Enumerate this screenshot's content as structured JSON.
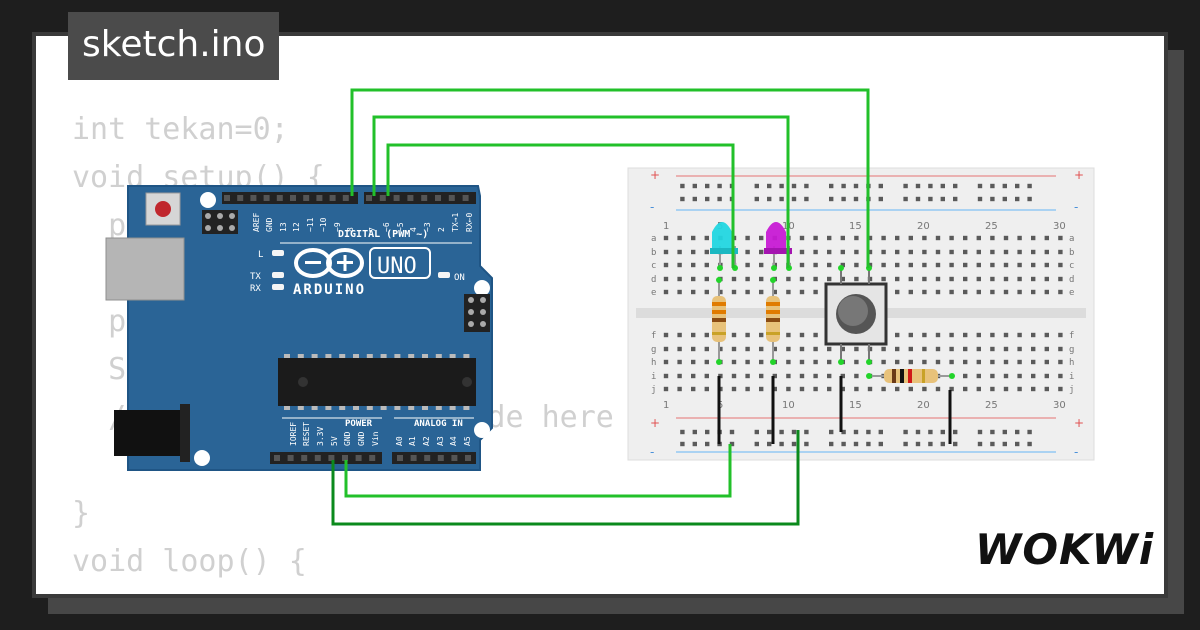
{
  "tab": {
    "title": "sketch.ino"
  },
  "code_lines": [
    "int tekan=0;",
    "void setup() {",
    "  p",
    "  ",
    "  p",
    "  Se",
    "  /                    de here",
    "  ",
    "}",
    "",
    "void loop() {"
  ],
  "arduino": {
    "brand": "ARDUINO",
    "model": "UNO",
    "digital_label": "DIGITAL (PWM ~)",
    "power_label": "POWER",
    "analog_label": "ANALOG IN",
    "on_label": "ON",
    "l_label": "L",
    "tx_label": "TX",
    "rx_label": "RX",
    "top_pins": [
      "AREF",
      "GND",
      "13",
      "12",
      "~11",
      "~10",
      "~9",
      "8",
      "7",
      "~6",
      "~5",
      "4",
      "~3",
      "2",
      "TX→1",
      "RX←0"
    ],
    "bottom_power_pins": [
      "IOREF",
      "RESET",
      "3.3V",
      "5V",
      "GND",
      "GND",
      "Vin"
    ],
    "bottom_analog_pins": [
      "A0",
      "A1",
      "A2",
      "A3",
      "A4",
      "A5"
    ]
  },
  "breadboard": {
    "row_letters_top": [
      "a",
      "b",
      "c",
      "d",
      "e"
    ],
    "row_letters_bottom": [
      "f",
      "g",
      "h",
      "i",
      "j"
    ],
    "column_numbers": [
      "1",
      "5",
      "10",
      "15",
      "20",
      "25",
      "30"
    ],
    "rail_plus": "+",
    "rail_minus": "-"
  },
  "brand_logo": "WOKWi",
  "colors": {
    "board_blue": "#2a6496",
    "wire_green": "#22c02a",
    "wire_dark_green": "#0b8a1c",
    "led_cyan": "#22d6e0",
    "led_magenta": "#c71ad4",
    "breadboard": "#efefef"
  }
}
